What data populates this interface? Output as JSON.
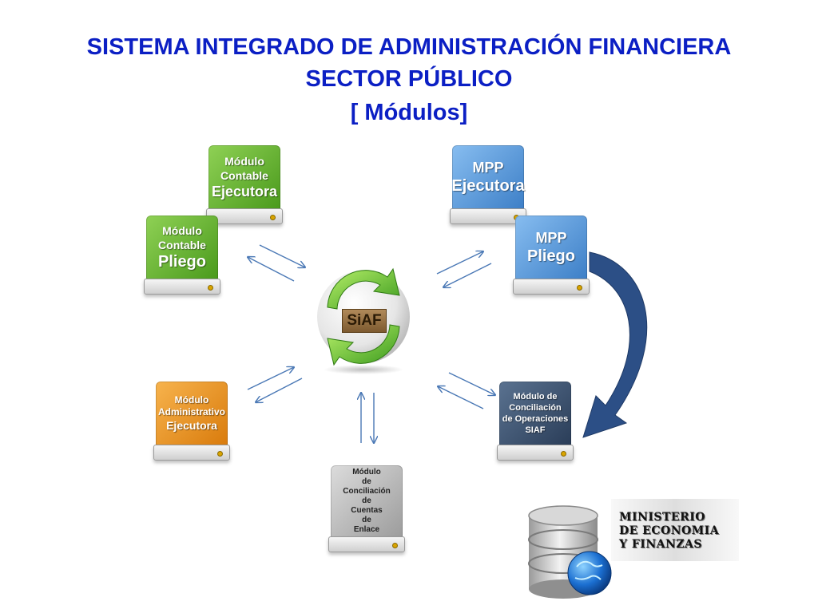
{
  "header": {
    "line1": "SISTEMA INTEGRADO DE ADMINISTRACIÓN FINANCIERA",
    "line2": "SECTOR PÚBLICO",
    "line3": "[ Módulos]"
  },
  "modules": {
    "contable_ejecutora": [
      "Módulo",
      "Contable",
      "Ejecutora"
    ],
    "contable_pliego": [
      "Módulo",
      "Contable",
      "Pliego"
    ],
    "mpp_ejecutora": [
      "MPP",
      "Ejecutora"
    ],
    "mpp_pliego": [
      "MPP",
      "Pliego"
    ],
    "administrativo": [
      "Módulo",
      "Administrativo",
      "Ejecutora"
    ],
    "conciliacion_operaciones": [
      "Módulo de",
      "Conciliación",
      "de Operaciones",
      "SIAF"
    ],
    "conciliacion_cuentas": [
      "Módulo",
      "de",
      "Conciliación",
      "de",
      "Cuentas",
      "de",
      "Enlace"
    ]
  },
  "center": {
    "label": "SiAF"
  },
  "logo": {
    "lines": [
      "MINISTERIO",
      "DE ECONOMIA",
      "Y FINANZAS"
    ]
  },
  "colors": {
    "title": "#0b1fc4",
    "green": "#5aaa2a",
    "blue": "#4a8fd6",
    "orange": "#e8951c",
    "navy": "#34496a",
    "gray": "#b5b5b5",
    "arrow": "#4a78b5",
    "curve": "#2c4f86"
  }
}
